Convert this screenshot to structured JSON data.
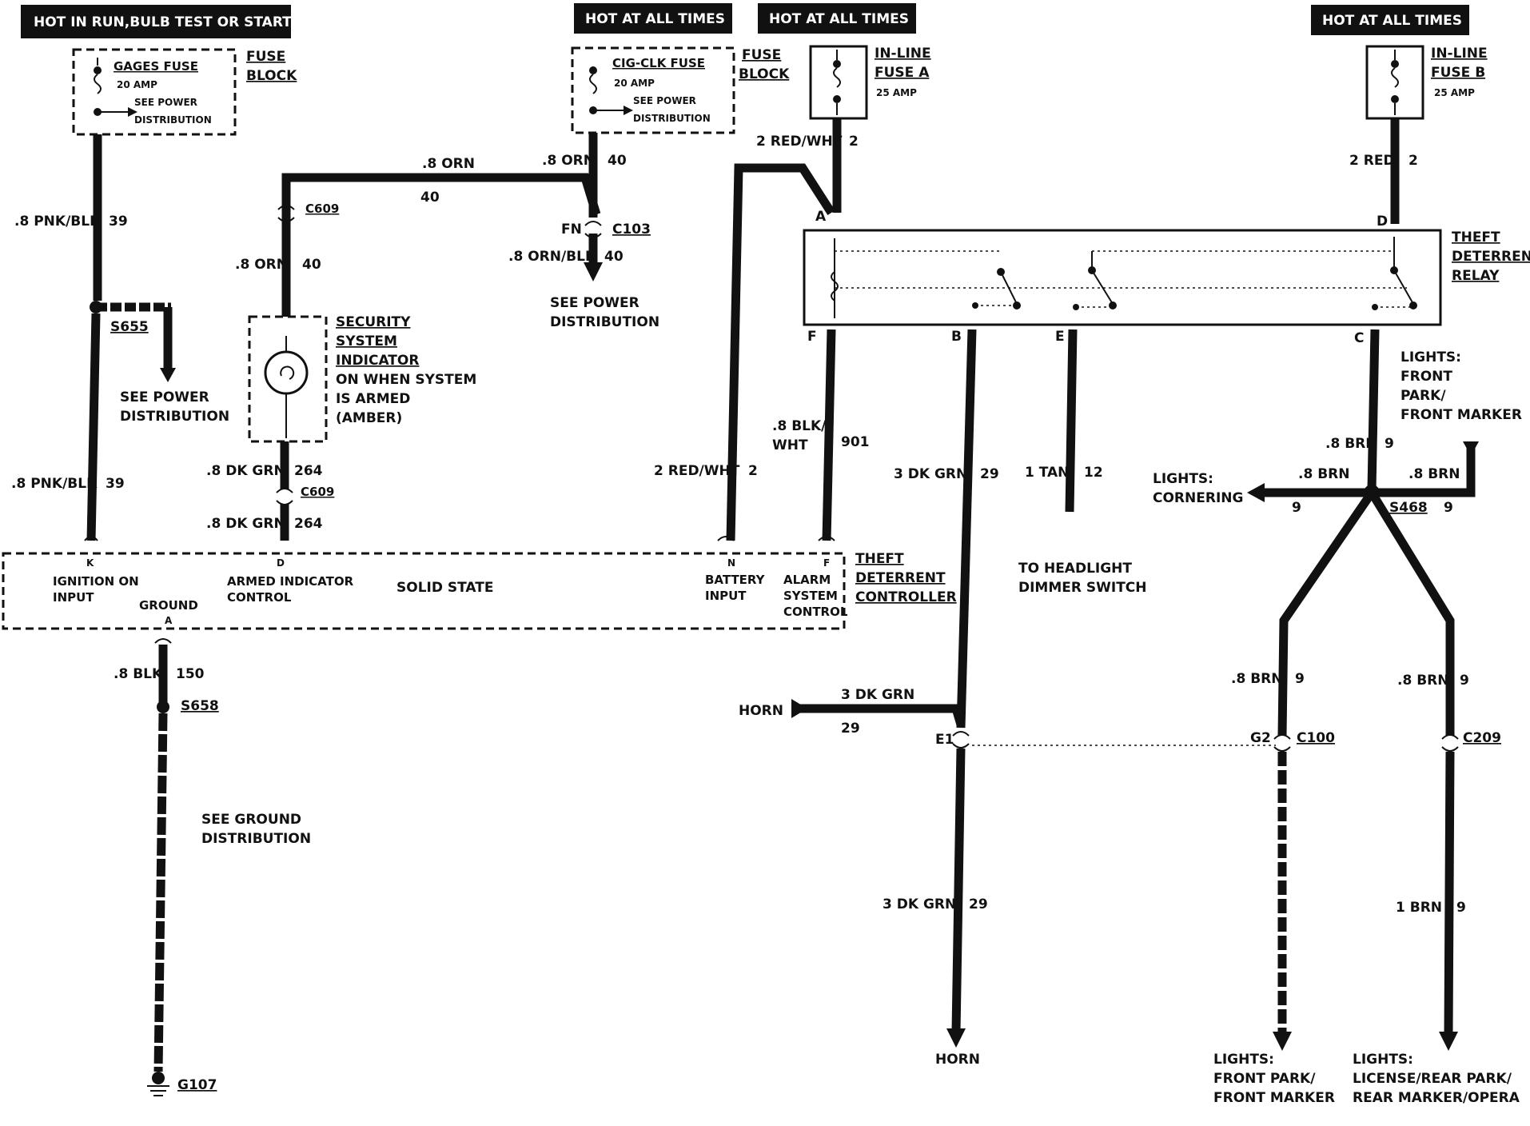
{
  "headers": {
    "hot_run": "HOT IN RUN,BULB TEST OR START",
    "hot_all_1": "HOT AT ALL TIMES",
    "hot_all_2": "HOT AT ALL TIMES",
    "hot_all_3": "HOT AT ALL TIMES"
  },
  "fuses": {
    "gages_name": "GAGES FUSE",
    "gages_amp": "20 AMP",
    "gages_see1": "SEE POWER",
    "gages_see2": "DISTRIBUTION",
    "fuse_block_1a": "FUSE",
    "fuse_block_1b": "BLOCK",
    "cig_name": "CIG-CLK FUSE",
    "cig_amp": "20 AMP",
    "cig_see1": "SEE POWER",
    "cig_see2": "DISTRIBUTION",
    "fuse_block_2a": "FUSE",
    "fuse_block_2b": "BLOCK",
    "inline_a1": "IN-LINE",
    "inline_a2": "FUSE A",
    "inline_a_amp": "25 AMP",
    "inline_b1": "IN-LINE",
    "inline_b2": "FUSE B",
    "inline_b_amp": "25 AMP"
  },
  "wires": {
    "pnk_blk_top": ".8 PNK/BLK",
    "pnk_blk_top_n": "39",
    "s655": "S655",
    "see_power_left1": "SEE POWER",
    "see_power_left2": "DISTRIBUTION",
    "pnk_blk_bot": ".8 PNK/BLK",
    "pnk_blk_bot_n": "39",
    "orn_top": ".8 ORN",
    "orn_top_n": "40",
    "c609_top": "C609",
    "orn_mid": ".8 ORN",
    "orn_mid_n": "40",
    "orn_right": ".8 ORN",
    "orn_right_n": "40",
    "fn": "FN",
    "c103": "C103",
    "orn_blk": ".8 ORN/BLK",
    "orn_blk_n": "40",
    "see_power_mid1": "SEE POWER",
    "see_power_mid2": "DISTRIBUTION",
    "dkgrn_1": ".8 DK GRN",
    "dkgrn_1_n": "264",
    "c609_bot": "C609",
    "dkgrn_2": ".8 DK GRN",
    "dkgrn_2_n": "264",
    "red_wht_top": "2 RED/WHT",
    "red_wht_top_n": "2",
    "red_wht_low": "2 RED/WHT",
    "red_wht_low_n": "2",
    "blk_wht1": ".8 BLK/",
    "blk_wht2": "WHT",
    "blk_wht_n": "901",
    "red_2": "2 RED",
    "red_2_n": "2",
    "dkgrn3": "3 DK GRN",
    "dkgrn3_n": "29",
    "tan": "1 TAN",
    "tan_n": "12",
    "to_headlight1": "TO HEADLIGHT",
    "to_headlight2": "DIMMER SWITCH",
    "brn_c": ".8 BRN",
    "brn_c_n": "9",
    "brn_corner": ".8 BRN",
    "brn_corner_n": "9",
    "brn_in": ".8 BRN",
    "brn_in_n": "9",
    "s468": "S468",
    "lights_cornering1": "LIGHTS:",
    "lights_cornering2": "CORNERING",
    "lights_front1": "LIGHTS:",
    "lights_front2": "FRONT",
    "lights_front3": "PARK/",
    "lights_front4": "FRONT MARKER",
    "brn_l": ".8 BRN",
    "brn_l_n": "9",
    "brn_r": ".8 BRN",
    "brn_r_n": "9",
    "horn_in": "HORN",
    "dkgrn_horn": "3 DK GRN",
    "dkgrn_horn_n": "29",
    "e1": "E1",
    "g2": "G2",
    "c100": "C100",
    "c209": "C209",
    "dkgrn_low": "3 DK GRN",
    "dkgrn_low_n": "29",
    "brn_1": "1 BRN",
    "brn_1_n": "9",
    "horn_out": "HORN",
    "lights_fp1": "LIGHTS:",
    "lights_fp2": "FRONT PARK/",
    "lights_fp3": "FRONT MARKER",
    "lights_lic1": "LIGHTS:",
    "lights_lic2": "LICENSE/REAR PARK/",
    "lights_lic3": "REAR MARKER/OPERA",
    "blk": ".8 BLK",
    "blk_n": "150",
    "s658": "S658",
    "see_ground1": "SEE GROUND",
    "see_ground2": "DISTRIBUTION",
    "g107": "G107"
  },
  "security": {
    "l1": "SECURITY",
    "l2": "SYSTEM",
    "l3": "INDICATOR",
    "l4": "ON WHEN SYSTEM",
    "l5": "IS ARMED",
    "l6": "(AMBER)"
  },
  "relay": {
    "name1": "THEFT",
    "name2": "DETERRENT",
    "name3": "RELAY",
    "pin_a": "A",
    "pin_d": "D",
    "pin_f": "F",
    "pin_b": "B",
    "pin_e": "E",
    "pin_c": "C"
  },
  "controller": {
    "name1": "THEFT",
    "name2": "DETERRENT",
    "name3": "CONTROLLER",
    "pin_k": "K",
    "k1": "IGNITION ON",
    "k2": "INPUT",
    "ground": "GROUND",
    "pin_a": "A",
    "pin_d": "D",
    "d1": "ARMED INDICATOR",
    "d2": "CONTROL",
    "solid": "SOLID STATE",
    "pin_n": "N",
    "n1": "BATTERY",
    "n2": "INPUT",
    "pin_f": "F",
    "f1": "ALARM",
    "f2": "SYSTEM",
    "f3": "CONTROL"
  }
}
